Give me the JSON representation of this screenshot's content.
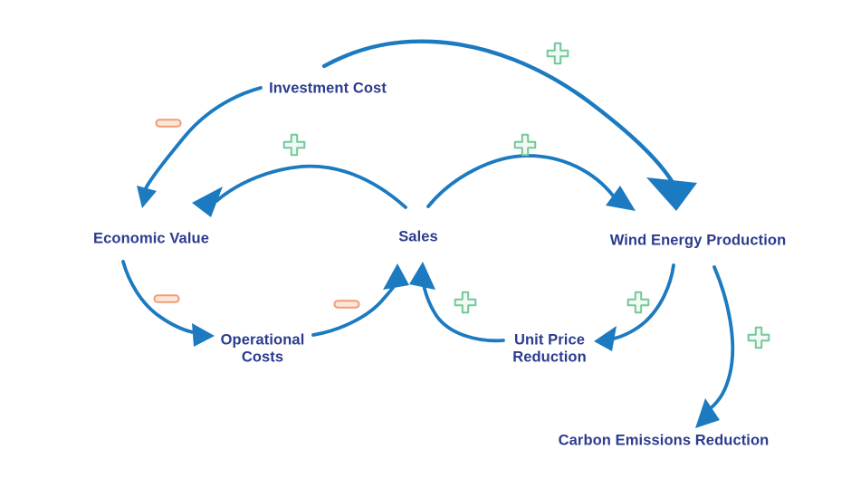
{
  "diagram": {
    "type": "causal-loop-diagram",
    "nodes": [
      {
        "id": "investment-cost",
        "label": "Investment Cost"
      },
      {
        "id": "economic-value",
        "label": "Economic Value"
      },
      {
        "id": "sales",
        "label": "Sales"
      },
      {
        "id": "wind-energy-production",
        "label": "Wind Energy Production"
      },
      {
        "id": "operational-costs",
        "label": "Operational Costs"
      },
      {
        "id": "unit-price-reduction",
        "label": "Unit Price Reduction"
      },
      {
        "id": "carbon-emissions-reduction",
        "label": "Carbon Emissions Reduction"
      }
    ],
    "edges": [
      {
        "from": "Investment Cost",
        "to": "Wind Energy Production",
        "polarity": "+"
      },
      {
        "from": "Investment Cost",
        "to": "Economic Value",
        "polarity": "-"
      },
      {
        "from": "Sales",
        "to": "Economic Value",
        "polarity": "+"
      },
      {
        "from": "Sales",
        "to": "Wind Energy Production",
        "polarity": "+"
      },
      {
        "from": "Economic Value",
        "to": "Operational Costs",
        "polarity": "-"
      },
      {
        "from": "Operational Costs",
        "to": "Sales",
        "polarity": "-"
      },
      {
        "from": "Unit Price Reduction",
        "to": "Sales",
        "polarity": "+"
      },
      {
        "from": "Wind Energy Production",
        "to": "Unit Price Reduction",
        "polarity": "+"
      },
      {
        "from": "Wind Energy Production",
        "to": "Carbon Emissions Reduction",
        "polarity": "+"
      }
    ],
    "colors": {
      "background": "#ffffff",
      "arrow": "#1b7ac0",
      "label": "#2b3b8f",
      "plus_stroke": "#74c898",
      "plus_fill": "#effaf4",
      "minus_stroke": "#ef9c77",
      "minus_fill": "#fbe6d7"
    }
  }
}
